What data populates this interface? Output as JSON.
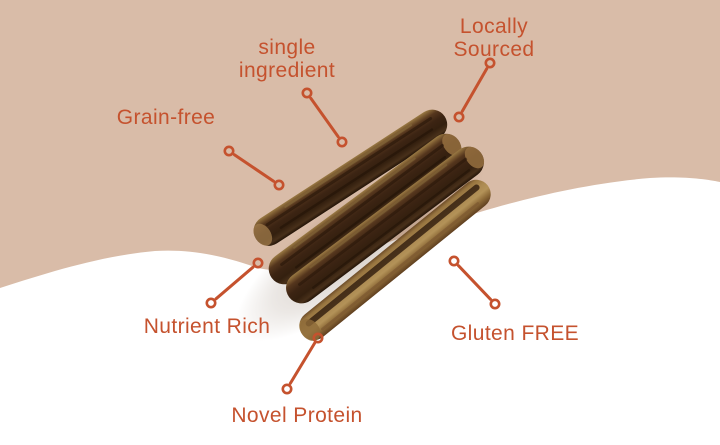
{
  "colors": {
    "background": "#d9bca8",
    "wave": "#ffffff",
    "accent": "#c5522e",
    "stick_dark_brown": "#3c2413",
    "stick_highlight_tan": "#9a7a44",
    "stick_light_tan": "#ac8a52"
  },
  "labels": {
    "grain_free": "Grain-free",
    "single_ingredient": "single\ningredient",
    "locally_sourced": "Locally\nSourced",
    "nutrient_rich": "Nutrient Rich",
    "novel_protein": "Novel Protein",
    "gluten_free": "Gluten FREE"
  }
}
